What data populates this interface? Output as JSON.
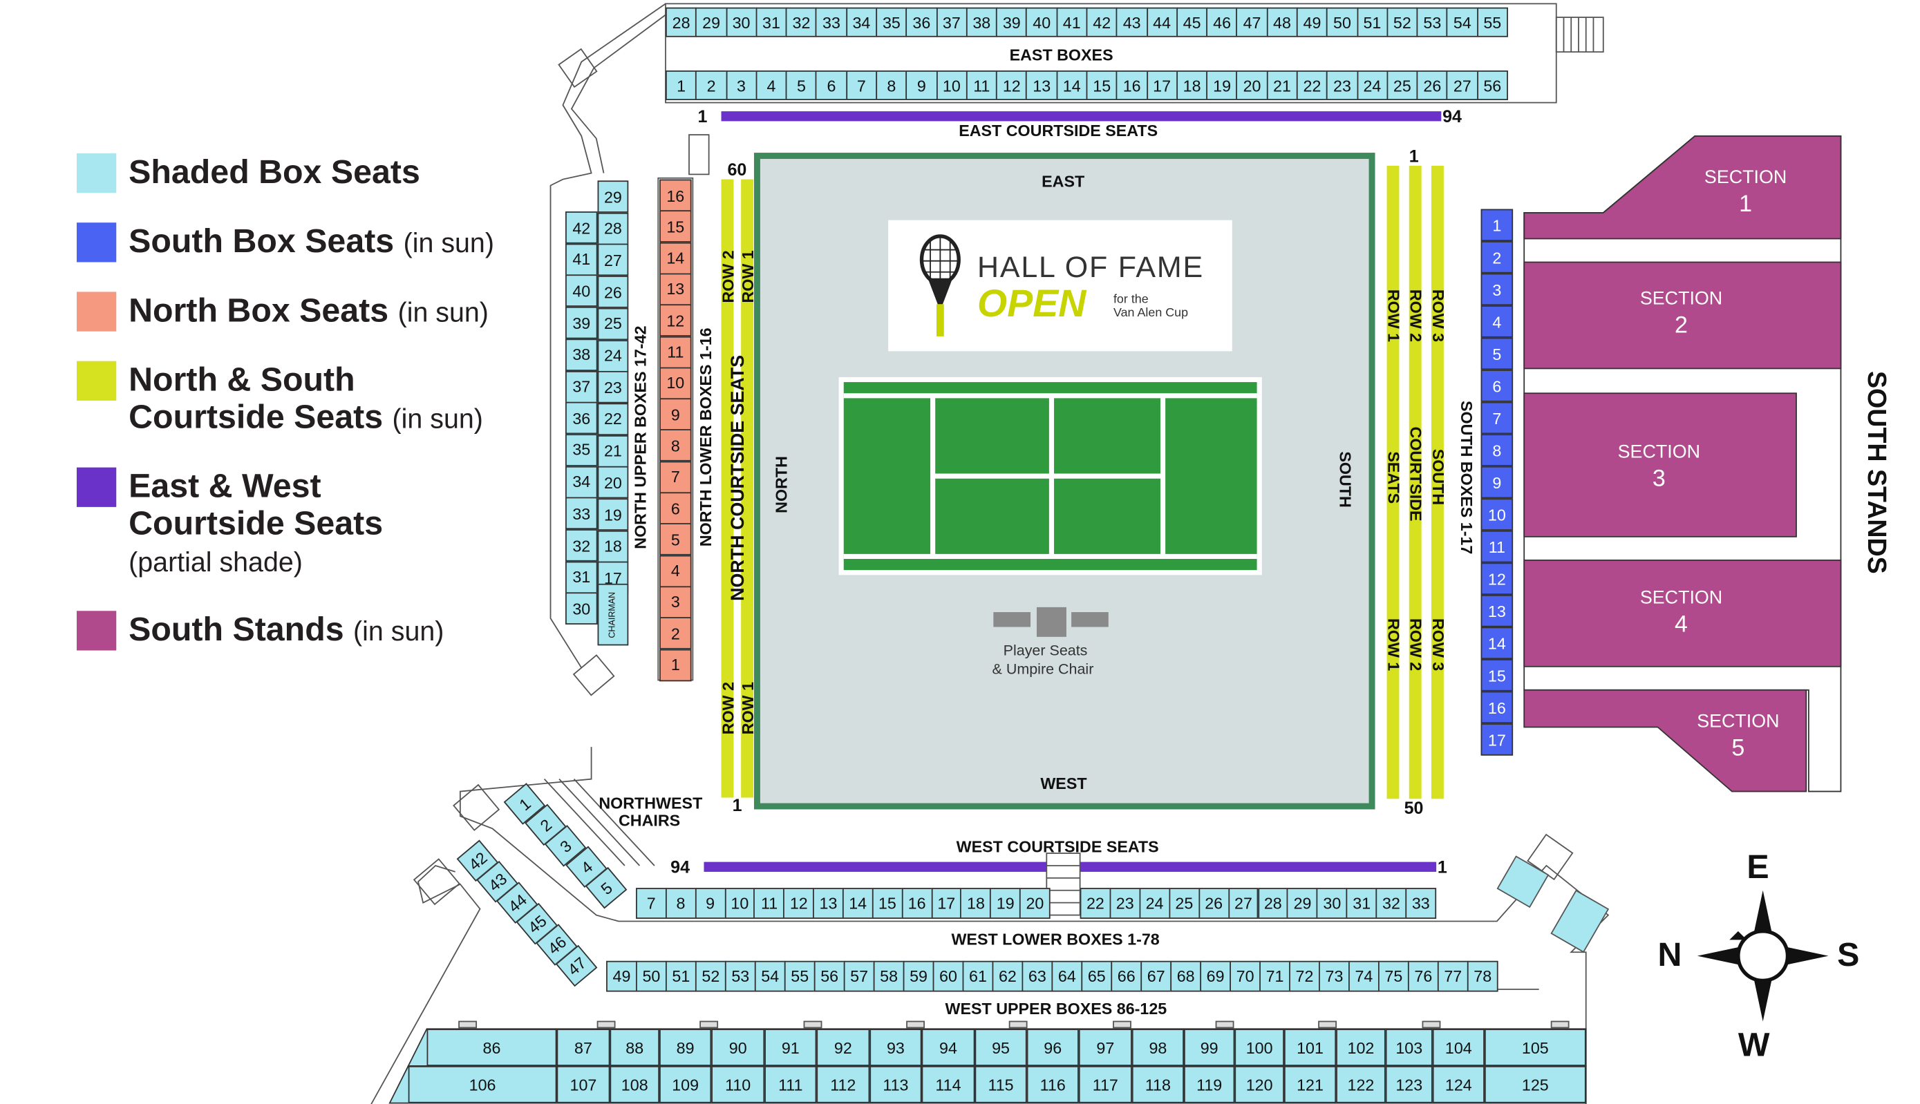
{
  "legend": [
    {
      "key": "shaded",
      "label": "Shaded Box Seats",
      "sub": "",
      "color": "#a8e6f0"
    },
    {
      "key": "south_box",
      "label": "South Box Seats",
      "sub": "(in sun)",
      "color": "#4a63f2"
    },
    {
      "key": "north_box",
      "label": "North Box Seats",
      "sub": "(in sun)",
      "color": "#f59a80"
    },
    {
      "key": "ns_courtside",
      "label": "North & South",
      "label2": "Courtside Seats",
      "sub": "(in sun)",
      "color": "#d6e21f"
    },
    {
      "key": "ew_courtside",
      "label": "East & West",
      "label2": "Courtside Seats",
      "sub": "(partial shade)",
      "color": "#6a32c9"
    },
    {
      "key": "south_stands",
      "label": "South Stands",
      "sub": "(in sun)",
      "color": "#b04a8c"
    }
  ],
  "east": {
    "boxes_label": "EAST BOXES",
    "upper": [
      "28",
      "29",
      "30",
      "31",
      "32",
      "33",
      "34",
      "35",
      "36",
      "37",
      "38",
      "39",
      "40",
      "41",
      "42",
      "43",
      "44",
      "45",
      "46",
      "47",
      "48",
      "49",
      "50",
      "51",
      "52",
      "53",
      "54",
      "55"
    ],
    "lower": [
      "1",
      "2",
      "3",
      "4",
      "5",
      "6",
      "7",
      "8",
      "9",
      "10",
      "11",
      "12",
      "13",
      "14",
      "15",
      "16",
      "17",
      "18",
      "19",
      "20",
      "21",
      "22",
      "23",
      "24",
      "25",
      "26",
      "27",
      "56"
    ],
    "courtside_label": "EAST COURTSIDE SEATS",
    "courtside_start": "1",
    "courtside_end": "94"
  },
  "court": {
    "east": "EAST",
    "west": "WEST",
    "north": "NORTH",
    "south": "SOUTH",
    "player_label": "Player Seats",
    "umpire_label": "& Umpire Chair",
    "logo_title": "HALL OF FAME",
    "logo_open": "OPEN",
    "logo_for": "for the",
    "logo_cup": "Van Alen Cup"
  },
  "north": {
    "upper_label": "NORTH UPPER BOXES 17-42",
    "upper_left": [
      "42",
      "41",
      "40",
      "39",
      "38",
      "37",
      "36",
      "35",
      "34",
      "33",
      "32",
      "31",
      "30"
    ],
    "upper_right": [
      "29",
      "28",
      "27",
      "26",
      "25",
      "24",
      "23",
      "22",
      "21",
      "20",
      "19",
      "18",
      "17"
    ],
    "chairman": "CHAIRMAN",
    "lower_label": "NORTH LOWER BOXES 1-16",
    "lower": [
      "16",
      "15",
      "14",
      "13",
      "12",
      "11",
      "10",
      "9",
      "8",
      "7",
      "6",
      "5",
      "4",
      "3",
      "2",
      "1"
    ],
    "courtside_label": "NORTH COURTSIDE SEATS",
    "row2": "ROW 2",
    "row1": "ROW 1",
    "start": "60",
    "end": "1"
  },
  "south": {
    "courtside_label_1": "SOUTH",
    "courtside_label_2": "COURTSIDE",
    "courtside_label_3": "SEATS",
    "row1": "ROW 1",
    "row2": "ROW 2",
    "row3": "ROW 3",
    "start": "1",
    "end": "50",
    "boxes_label": "SOUTH BOXES 1-17",
    "boxes": [
      "1",
      "2",
      "3",
      "4",
      "5",
      "6",
      "7",
      "8",
      "9",
      "10",
      "11",
      "12",
      "13",
      "14",
      "15",
      "16",
      "17"
    ],
    "stands_label": "SOUTH STANDS",
    "section_word": "SECTION",
    "sections": [
      "1",
      "2",
      "3",
      "4",
      "5"
    ]
  },
  "west": {
    "northwest_1": "NORTHWEST",
    "northwest_2": "CHAIRS",
    "courtside_label": "WEST COURTSIDE SEATS",
    "courtside_start": "94",
    "courtside_end": "1",
    "lower_label": "WEST LOWER BOXES 1-78",
    "diag1": [
      "1",
      "2",
      "3",
      "4",
      "5"
    ],
    "lower_row1": [
      "7",
      "8",
      "9",
      "10",
      "11",
      "12",
      "13",
      "14",
      "15",
      "16",
      "17",
      "18",
      "19",
      "20"
    ],
    "lower_row1b": [
      "22",
      "23",
      "24",
      "25",
      "26",
      "27",
      "28",
      "29",
      "30",
      "31",
      "32",
      "33"
    ],
    "diag2": [
      "42",
      "43",
      "44",
      "45",
      "46",
      "47"
    ],
    "lower_row2": [
      "49",
      "50",
      "51",
      "52",
      "53",
      "54",
      "55",
      "56",
      "57",
      "58",
      "59",
      "60",
      "61",
      "62",
      "63",
      "64",
      "65",
      "66",
      "67",
      "68",
      "69",
      "70",
      "71",
      "72",
      "73",
      "74",
      "75",
      "76",
      "77",
      "78"
    ],
    "upper_label": "WEST UPPER BOXES 86-125",
    "upper_row1": [
      "86",
      "87",
      "88",
      "89",
      "90",
      "91",
      "92",
      "93",
      "94",
      "95",
      "96",
      "97",
      "98",
      "99",
      "100",
      "101",
      "102",
      "103",
      "104",
      "105"
    ],
    "upper_row2": [
      "106",
      "107",
      "108",
      "109",
      "110",
      "111",
      "112",
      "113",
      "114",
      "115",
      "116",
      "117",
      "118",
      "119",
      "120",
      "121",
      "122",
      "123",
      "124",
      "125"
    ]
  },
  "compass": {
    "e": "E",
    "n": "N",
    "s": "S",
    "w": "W"
  }
}
